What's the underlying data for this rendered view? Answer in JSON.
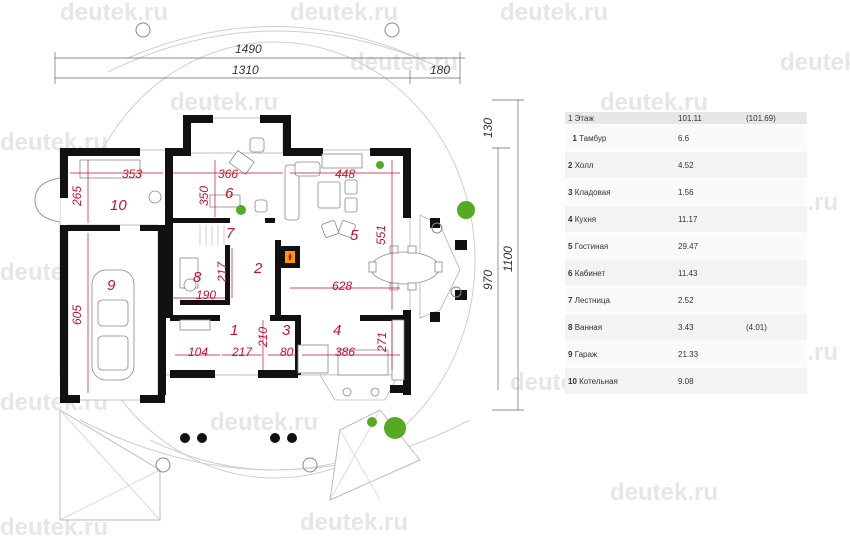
{
  "watermark": "deutek.ru",
  "dimensions": {
    "total_width": "1490",
    "width_main": "1310",
    "width_extra": "180",
    "depth_total": "1100",
    "depth_main": "970",
    "depth_top": "130"
  },
  "rooms": [
    {
      "num": "1",
      "name": "Тамбур",
      "area": "6.6",
      "area_alt": ""
    },
    {
      "num": "2",
      "name": "Холл",
      "area": "4.52",
      "area_alt": ""
    },
    {
      "num": "3",
      "name": "Кладовая",
      "area": "1.56",
      "area_alt": ""
    },
    {
      "num": "4",
      "name": "Кухня",
      "area": "11.17",
      "area_alt": ""
    },
    {
      "num": "5",
      "name": "Гостиная",
      "area": "29.47",
      "area_alt": ""
    },
    {
      "num": "6",
      "name": "Кабинет",
      "area": "11.43",
      "area_alt": ""
    },
    {
      "num": "7",
      "name": "Лестница",
      "area": "2.52",
      "area_alt": ""
    },
    {
      "num": "8",
      "name": "Ванная",
      "area": "3.43",
      "area_alt": "(4.01)"
    },
    {
      "num": "9",
      "name": "Гараж",
      "area": "21.33",
      "area_alt": ""
    },
    {
      "num": "10",
      "name": "Котельная",
      "area": "9.08",
      "area_alt": ""
    }
  ],
  "room_dims": [
    "353",
    "366",
    "448",
    "265",
    "350",
    "551",
    "217",
    "190",
    "628",
    "605",
    "104",
    "217",
    "210",
    "80",
    "386",
    "271"
  ],
  "table": {
    "header_label": "1 Этаж",
    "header_total": "101.11",
    "header_alt": "(101.69)"
  },
  "colors": {
    "wall": "#111111",
    "label_red": "#c8102e",
    "fireplace": "#ff9900"
  }
}
